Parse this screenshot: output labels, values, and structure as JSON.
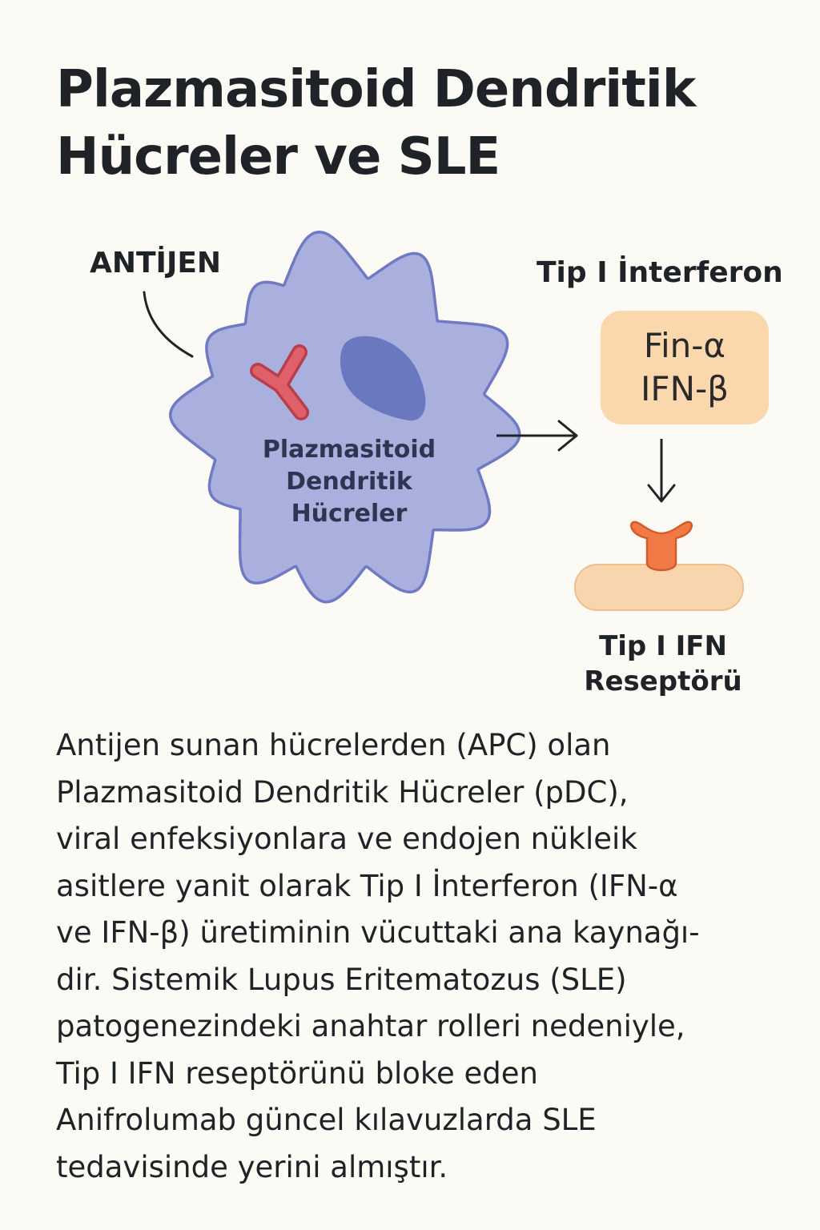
{
  "title": {
    "line1": "Plazmasitoid Dendritik",
    "line2": "Hücreler ve SLE"
  },
  "diagram": {
    "antigen_label": "ANTİJEN",
    "interferon_heading": "Tip I  İnterferon",
    "cell_label": [
      "Plazmasitoid",
      "Dendritik",
      "Hücreler"
    ],
    "ifn_box": [
      "Fin-α",
      "IFN-β"
    ],
    "receptor_label": [
      "Tip I IFN",
      "Reseptörü"
    ]
  },
  "description": [
    "Antijen sunan hücrelerden (APC) olan",
    "Plazmasitoid Dendritik Hücreler (pDC),",
    "viral enfeksiyonlara ve endojen nükleik",
    "asitlere yanit olarak Tip I İnterferon (IFN-α",
    "ve IFN-β) üretiminin vücuttaki ana kaynağı-",
    "dir. Sistemik Lupus Eritematozus (SLE)",
    "patogenezindeki anahtar rolleri nedeniyle,",
    "Tip I IFN reseptörünü bloke eden",
    "Anifrolumab güncel kılavuzlarda SLE",
    "tedavisinde yerini almıştır."
  ],
  "colors": {
    "background": "#fbfaf4",
    "cell_fill": "#aab0dd",
    "cell_outline": "#6f79c4",
    "nucleus": "#6a78bf",
    "antigen": "#e0606a",
    "ifn_box": "#fad7ad",
    "receptor": "#f07a45",
    "membrane": "#f9d5ae"
  }
}
